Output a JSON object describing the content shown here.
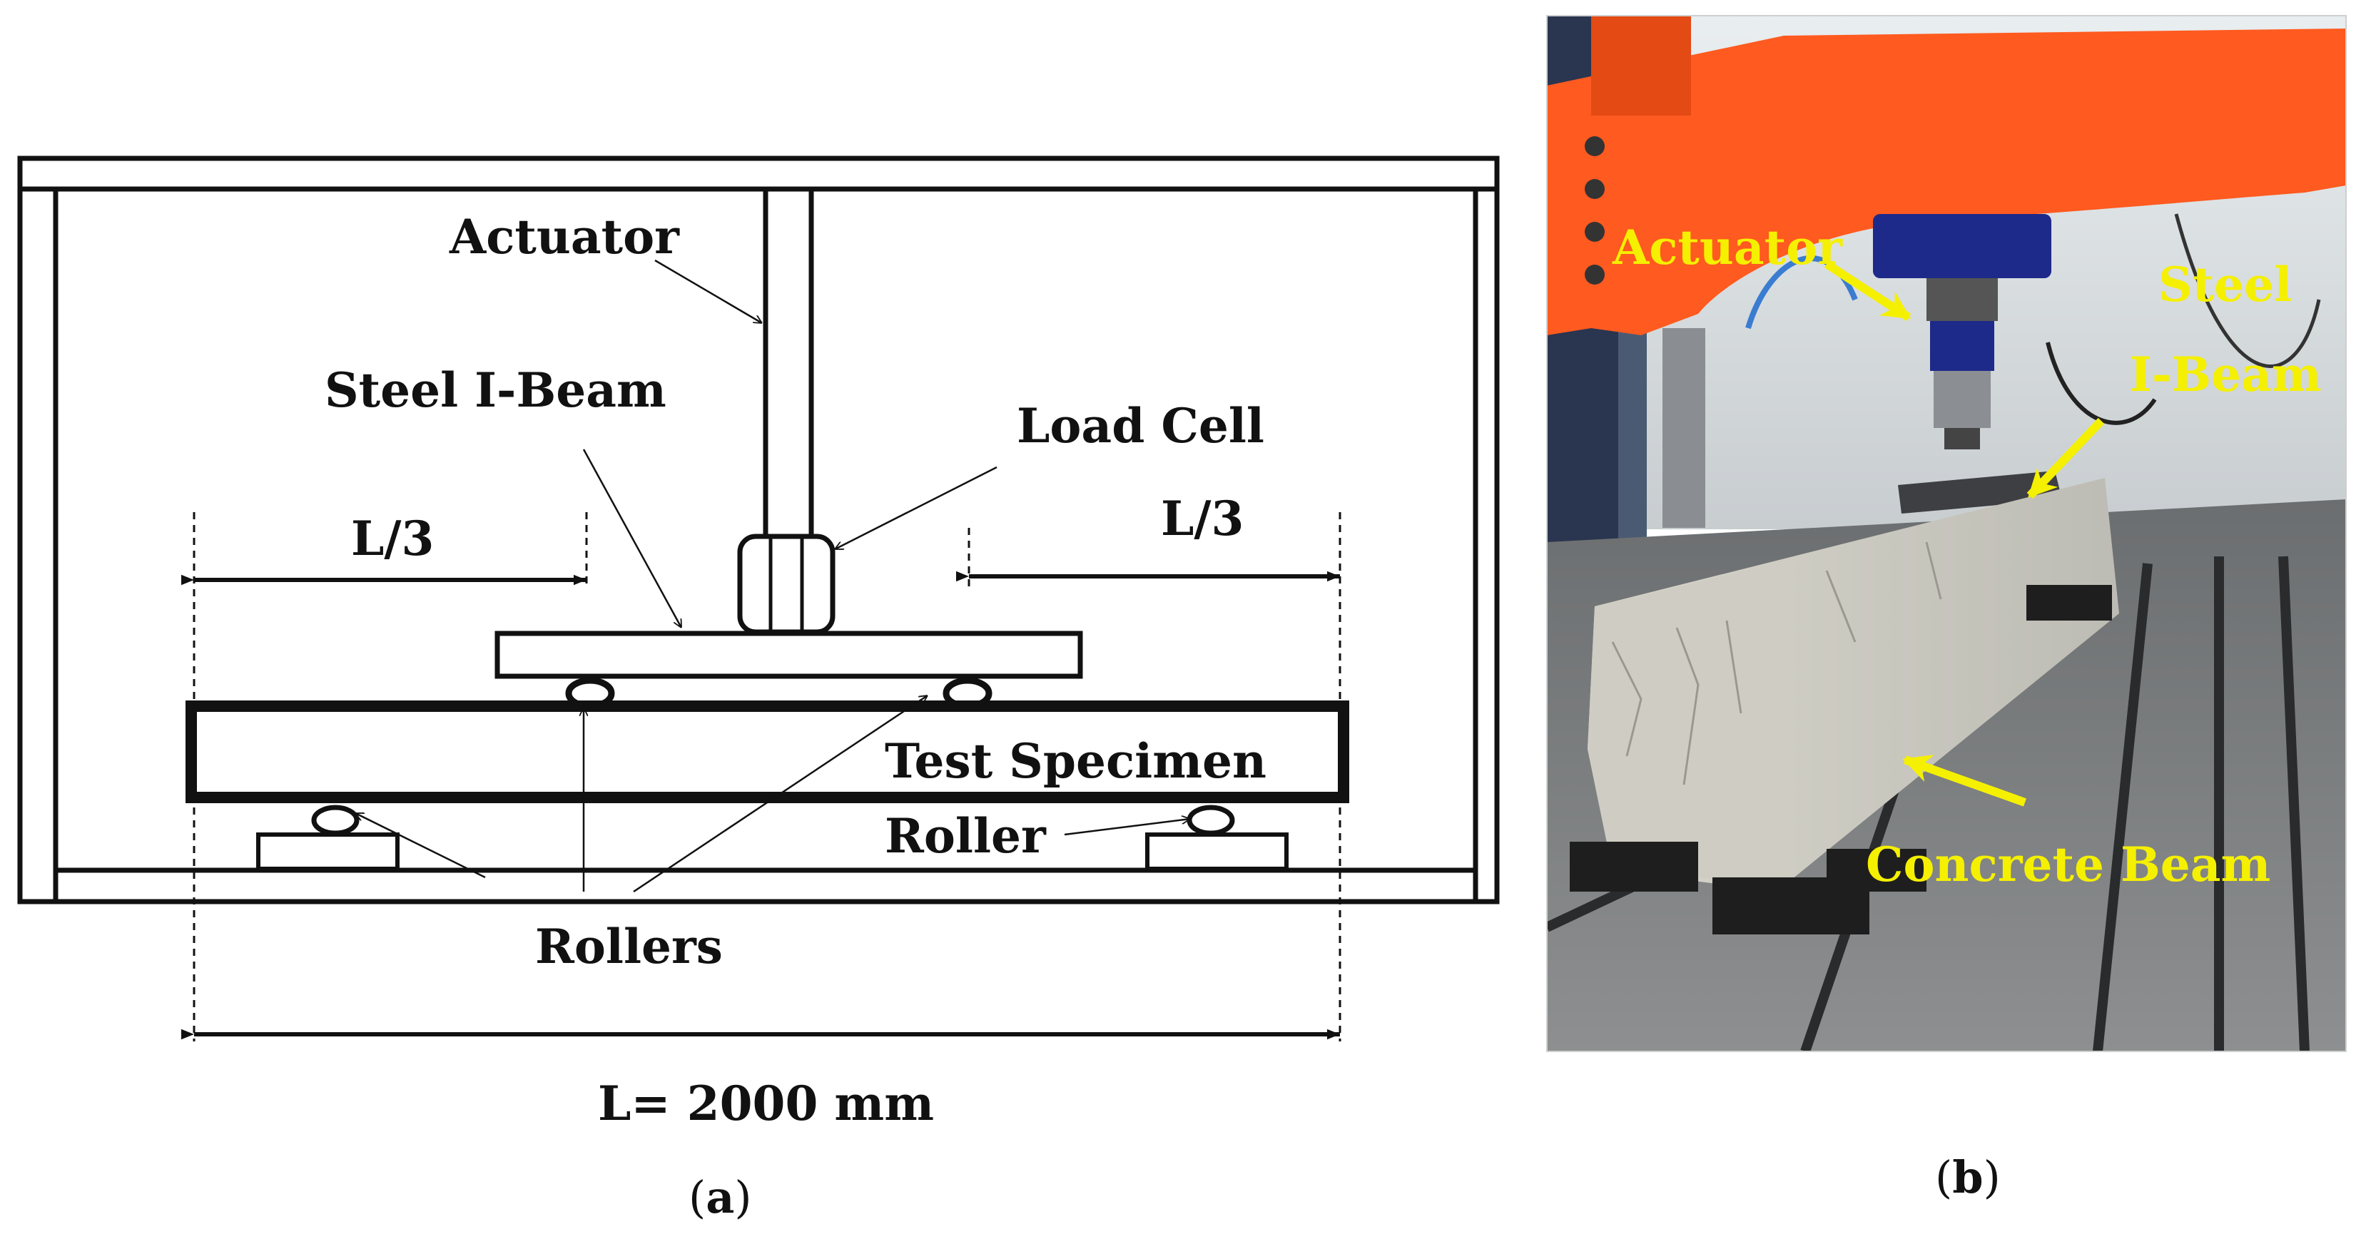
{
  "panel_a": {
    "labels": {
      "actuator": "Actuator",
      "steel_i_beam": "Steel I-Beam",
      "load_cell": "Load Cell",
      "l3_left": "L/3",
      "l3_right": "L/3",
      "test_specimen": "Test Specimen",
      "roller": "Roller",
      "rollers": "Rollers",
      "span": "L= 2000 mm"
    },
    "caption_letter": "a"
  },
  "panel_b": {
    "labels": {
      "actuator": "Actuator",
      "steel": "Steel",
      "i_beam": "I-Beam",
      "concrete_beam": "Concrete Beam"
    },
    "caption_letter": "b",
    "colors": {
      "machine_frame": "#ff5a1f",
      "annotation": "#f5f000",
      "concrete": "#c9c8c0"
    }
  }
}
